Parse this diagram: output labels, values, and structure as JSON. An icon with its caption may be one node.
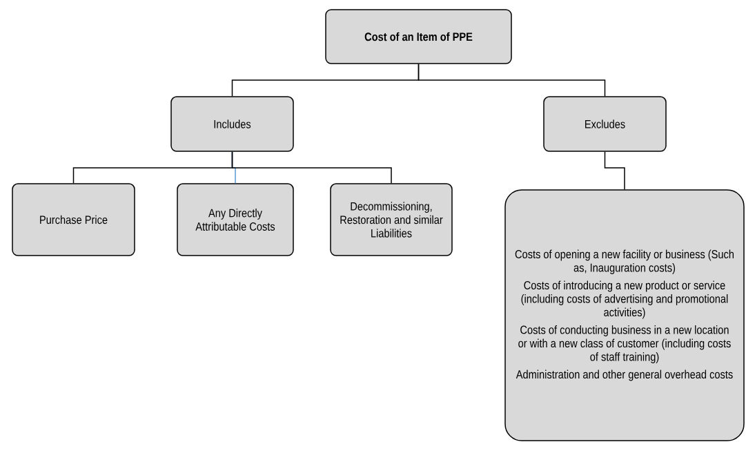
{
  "diagram": {
    "nodes": [
      {
        "text": [
          "Cost of an Item of PPE"
        ]
      },
      {
        "text": [
          "Includes"
        ]
      },
      {
        "text": [
          "Excludes"
        ]
      },
      {
        "text": [
          "Purchase Price"
        ]
      },
      {
        "text": [
          "Any Directly Attributable Costs"
        ]
      },
      {
        "text": [
          "Decommissioning, Restoration and similar Liabilities"
        ]
      },
      {
        "text": [
          "Costs of opening a new facility or business (Such as, Inauguration costs)",
          "Costs of introducing a new product or service (including costs of advertising and promotional activities)",
          "Costs of conducting business in a new location or with a new class of customer (including costs of staff training)",
          "Administration and other general overhead costs"
        ]
      }
    ],
    "edges": [
      {
        "from": 0,
        "to": 1,
        "arrow": "none"
      },
      {
        "from": 0,
        "to": 2,
        "arrow": "none"
      },
      {
        "from": 1,
        "to": 3,
        "arrow": "none"
      },
      {
        "from": 1,
        "to": 4,
        "arrow": "none",
        "color": "#5b9bd5"
      },
      {
        "from": 1,
        "to": 5,
        "arrow": "none"
      },
      {
        "from": 2,
        "to": 6,
        "arrow": "none"
      }
    ]
  }
}
